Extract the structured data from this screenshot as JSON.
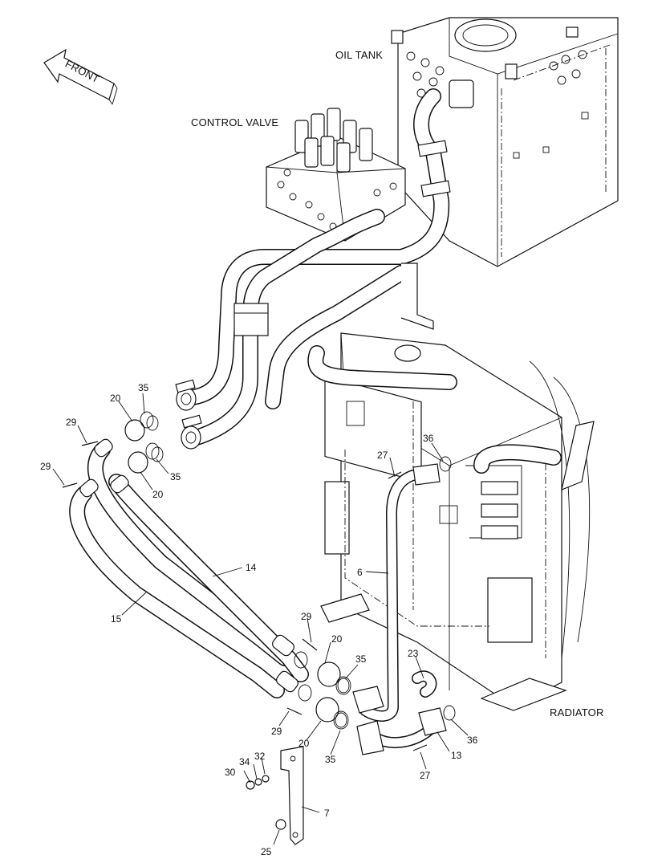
{
  "assemblies": {
    "oil_tank": "OIL TANK",
    "control_valve": "CONTROL VALVE",
    "radiator": "RADIATOR",
    "front": "FRONT"
  },
  "callouts": {
    "c35a": "35",
    "c20a": "20",
    "c29a": "29",
    "c29b": "29",
    "c35b": "35",
    "c20b": "20",
    "c14": "14",
    "c15": "15",
    "c27a": "27",
    "c36a": "36",
    "c6": "6",
    "c29c": "29",
    "c20c": "20",
    "c35c": "35",
    "c23": "23",
    "c29d": "29",
    "c20d": "20",
    "c35d": "35",
    "c36b": "36",
    "c13": "13",
    "c27b": "27",
    "c34": "34",
    "c32": "32",
    "c30": "30",
    "c7": "7",
    "c25": "25"
  }
}
